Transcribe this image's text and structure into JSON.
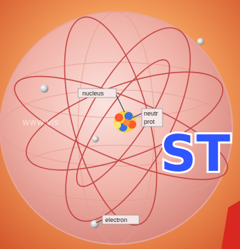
{
  "labels": {
    "nucleus": "nucleus",
    "neutron": "neutr",
    "proton": "prot",
    "electron": "electron"
  },
  "watermark": "www.vis",
  "overlay_text": "ST",
  "colors": {
    "background_center": "#ffd48a",
    "background_edge": "#d2542a",
    "sphere": "#f1b3a9",
    "orbit": "#c23b3b",
    "overlay_text_fill": "#2f55ff",
    "ribbon": "#d8281f"
  }
}
